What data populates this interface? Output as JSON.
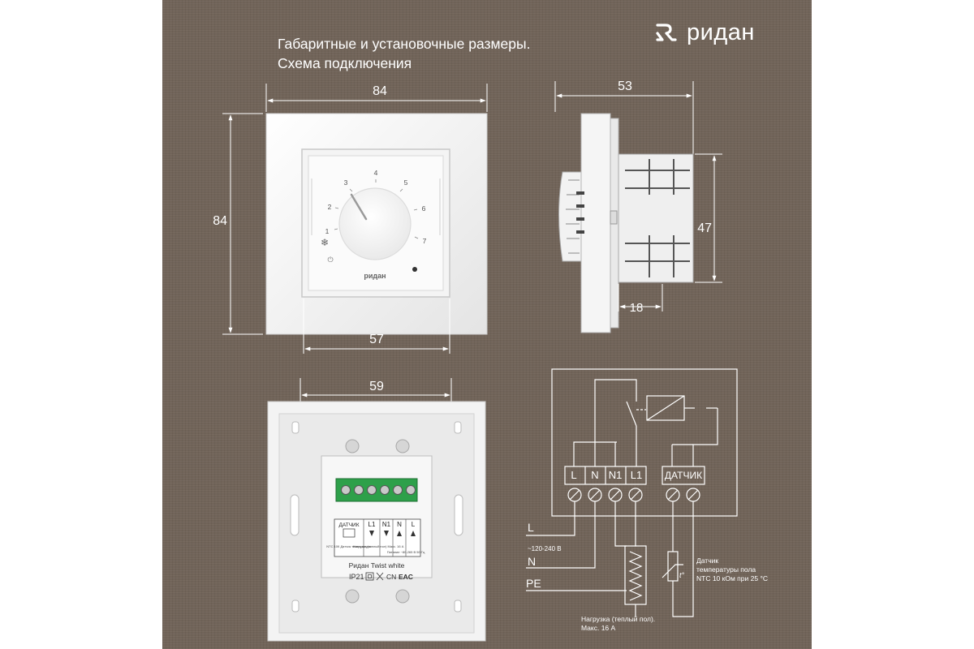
{
  "header": {
    "title_line1": "Габаритные и установочные размеры.",
    "title_line2": "Схема подключения"
  },
  "brand": {
    "name": "ридан",
    "icon": "ridan-logo-icon"
  },
  "front_view": {
    "width_label": "84",
    "height_label": "84",
    "inner_width_label": "57",
    "dial_scale": [
      "1",
      "2",
      "3",
      "4",
      "5",
      "6",
      "7"
    ],
    "dial_brand": "ридан",
    "frost_symbol": "❄",
    "power_symbol": "⏻"
  },
  "side_view": {
    "depth_label": "53",
    "height_label": "47",
    "mount_depth_label": "18"
  },
  "back_view": {
    "width_label": "59",
    "terminal_labels": [
      "ДАТЧИК",
      "L1",
      "N1",
      "N",
      "L"
    ],
    "label_sensor": "NTC 10К Датчик температуры",
    "label_load": "Нагрузка (теплый пол) Макс. 16 А",
    "label_power": "Питание ~80-265 В 50 Гц",
    "model_name": "Ридан Twist white",
    "ip_rating": "IP21",
    "cn_mark": "CN",
    "eac_mark": "EAC"
  },
  "wiring": {
    "terminals": [
      "L",
      "N",
      "N1",
      "L1"
    ],
    "sensor_terminal": "ДАТЧИК",
    "line_l": "L",
    "voltage": "~120-240 В",
    "line_n": "N",
    "line_pe": "PE",
    "sensor_caption_line1": "Датчик",
    "sensor_caption_line2": "температуры пола",
    "sensor_caption_line3": "NTC 10 кОм при 25 °C",
    "load_caption_line1": "Нагрузка (теплый пол).",
    "load_caption_line2": "Макс. 16 А",
    "thermistor_symbol": "t°"
  },
  "colors": {
    "background": "#716459",
    "line": "#ffffff",
    "device": "#f2f2f2",
    "terminal_block": "#2ea04a"
  }
}
